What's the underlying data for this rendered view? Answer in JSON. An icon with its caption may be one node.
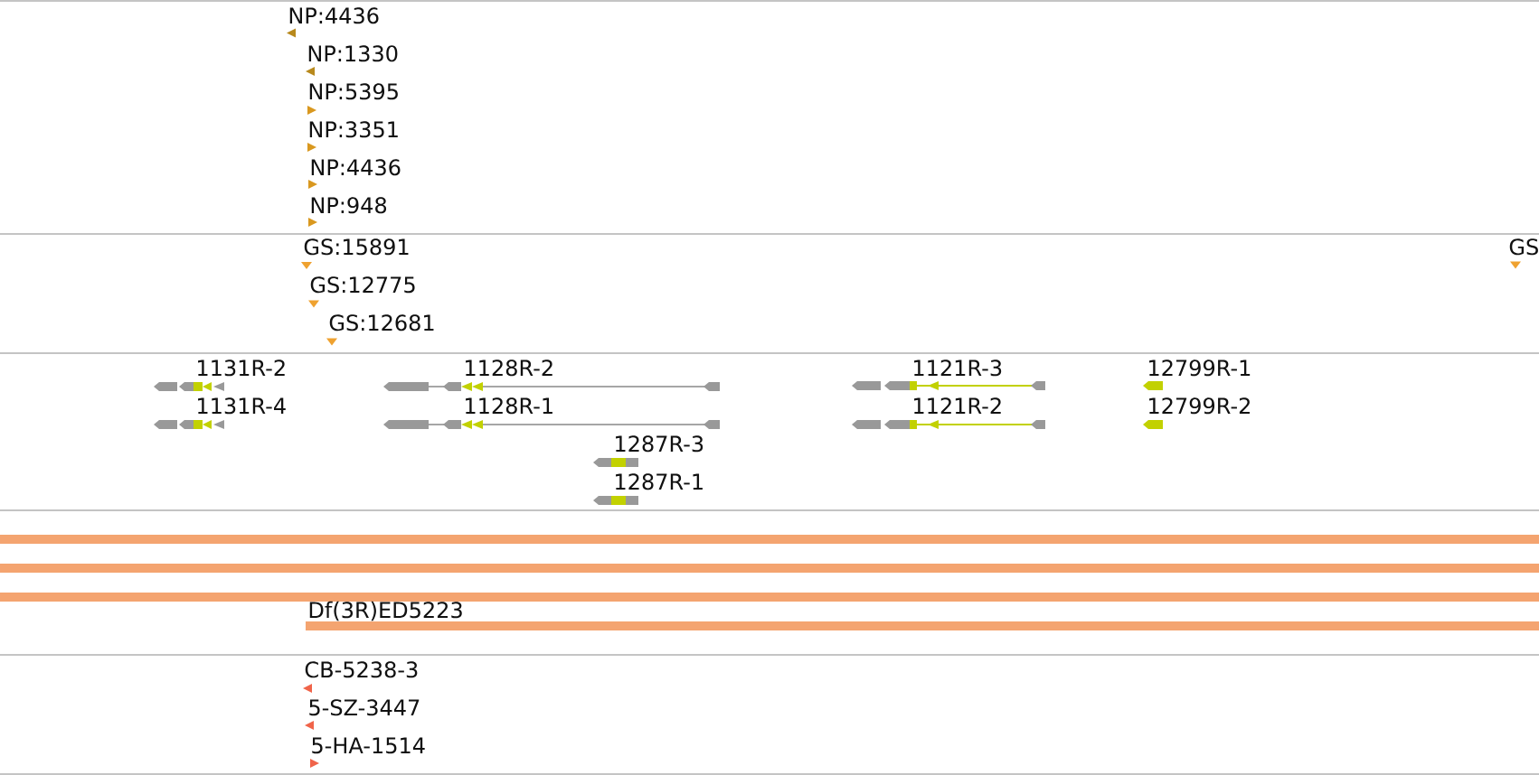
{
  "diagram": {
    "nodes": [
      {
        "text": [],
        "shape": "triangle",
        "beside": [
          "NP:4436"
        ]
      },
      {
        "text": [],
        "shape": "triangle",
        "beside": [
          "NP:1330"
        ]
      },
      {
        "text": [],
        "shape": "triangle",
        "beside": [
          "NP:5395"
        ]
      },
      {
        "text": [],
        "shape": "triangle",
        "beside": [
          "NP:3351"
        ]
      },
      {
        "text": [],
        "shape": "triangle",
        "beside": [
          "NP:4436"
        ]
      },
      {
        "text": [],
        "shape": "triangle",
        "beside": [
          "NP:948"
        ]
      },
      {
        "text": [],
        "shape": "triangle",
        "beside": [
          "GS:15891"
        ]
      },
      {
        "text": [],
        "shape": "triangle",
        "beside": [
          "GS"
        ]
      },
      {
        "text": [],
        "shape": "triangle",
        "beside": [
          "GS:12775"
        ]
      },
      {
        "text": [],
        "shape": "triangle",
        "beside": [
          "GS:12681"
        ]
      },
      {
        "text": [],
        "shape": "arrow",
        "beside": [
          "1131R-2"
        ]
      },
      {
        "text": [],
        "shape": "arrow",
        "beside": [
          "1128R-2"
        ]
      },
      {
        "text": [],
        "shape": "arrow",
        "beside": [
          "1121R-3"
        ]
      },
      {
        "text": [],
        "shape": "arrow",
        "beside": [
          "12799R-1"
        ]
      },
      {
        "text": [],
        "shape": "arrow",
        "beside": [
          "1131R-4"
        ]
      },
      {
        "text": [],
        "shape": "arrow",
        "beside": [
          "1128R-1"
        ]
      },
      {
        "text": [],
        "shape": "arrow",
        "beside": [
          "1121R-2"
        ]
      },
      {
        "text": [],
        "shape": "arrow",
        "beside": [
          "12799R-2"
        ]
      },
      {
        "text": [],
        "shape": "arrow",
        "beside": [
          "1287R-3"
        ]
      },
      {
        "text": [],
        "shape": "arrow",
        "beside": [
          "1287R-1"
        ]
      },
      {
        "text": [],
        "shape": "bar"
      },
      {
        "text": [],
        "shape": "bar"
      },
      {
        "text": [],
        "shape": "bar"
      },
      {
        "text": [],
        "shape": "bar",
        "beside": [
          "Df(3R)ED5223"
        ]
      },
      {
        "text": [],
        "shape": "triangle",
        "beside": [
          "CB-5238-3"
        ]
      },
      {
        "text": [],
        "shape": "triangle",
        "beside": [
          "5-SZ-3447"
        ]
      },
      {
        "text": [],
        "shape": "triangle",
        "beside": [
          "5-HA-1514"
        ]
      }
    ]
  }
}
